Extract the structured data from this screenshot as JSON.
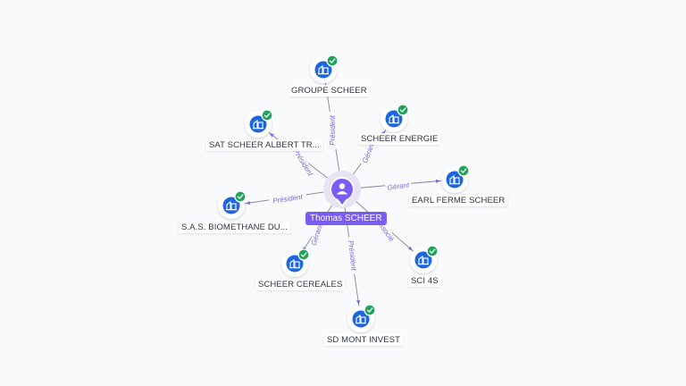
{
  "center": {
    "name": "Thomas SCHEER",
    "icon": "person-icon"
  },
  "colors": {
    "accent": "#7a5cf2",
    "edge": "#5b5f78",
    "company_icon": "#1e66dc",
    "verified_badge": "#20a35a",
    "edge_label": "#7b68d8"
  },
  "companies": [
    {
      "id": "groupe-scheer",
      "name": "GROUPE SCHEER",
      "role": "Président",
      "verified": true
    },
    {
      "id": "scheer-energie",
      "name": "SCHEER ENERGIE",
      "role": "Gérant",
      "verified": true
    },
    {
      "id": "earl-ferme-scheer",
      "name": "EARL FERME SCHEER",
      "role": "Gérant",
      "verified": true
    },
    {
      "id": "sci-4s",
      "name": "SCI 4S",
      "role": "Associé",
      "verified": true
    },
    {
      "id": "sd-mont-invest",
      "name": "SD MONT INVEST",
      "role": "Président",
      "verified": true
    },
    {
      "id": "scheer-cereales",
      "name": "SCHEER CEREALES",
      "role": "Gérant",
      "verified": true
    },
    {
      "id": "sas-biomethane",
      "name": "S.A.S. BIOMETHANE DU...",
      "role": "Président",
      "verified": true
    },
    {
      "id": "sat-scheer-albert",
      "name": "SAT SCHEER ALBERT TR...",
      "role": "Président",
      "verified": true
    }
  ]
}
